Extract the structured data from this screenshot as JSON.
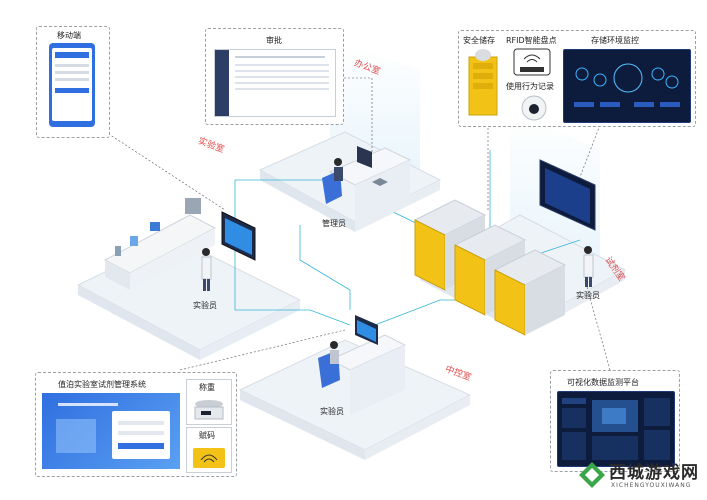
{
  "callouts": {
    "mobile": "移动端",
    "approval": "审批",
    "safe_storage": "安全储存",
    "rfid": "RFID智能盘点",
    "usage": "使用行为记录",
    "env": "存储环境监控",
    "mgmt_system": "值泊实验室试剂管理系统",
    "weigh": "称重",
    "code": "赋码",
    "visual": "可视化数据监测平台"
  },
  "zones": {
    "office": "办公室",
    "lab": "实验室",
    "reagent": "试剂室",
    "control": "中控室"
  },
  "people": {
    "admin": "管理员",
    "lab_worker_1": "实验员",
    "lab_worker_2": "实验员",
    "lab_worker_3": "实验员"
  },
  "watermark": {
    "text": "西城游戏网",
    "sub": "XICHENGYOUXIWANG"
  },
  "colors": {
    "accent_blue": "#2f6fe0",
    "zone_red": "#e14a4a",
    "cabinet_yellow": "#f2c316",
    "dark_panel": "#0d1b3d",
    "floor": "#eef3f8",
    "link_cyan": "#35b6d6"
  }
}
